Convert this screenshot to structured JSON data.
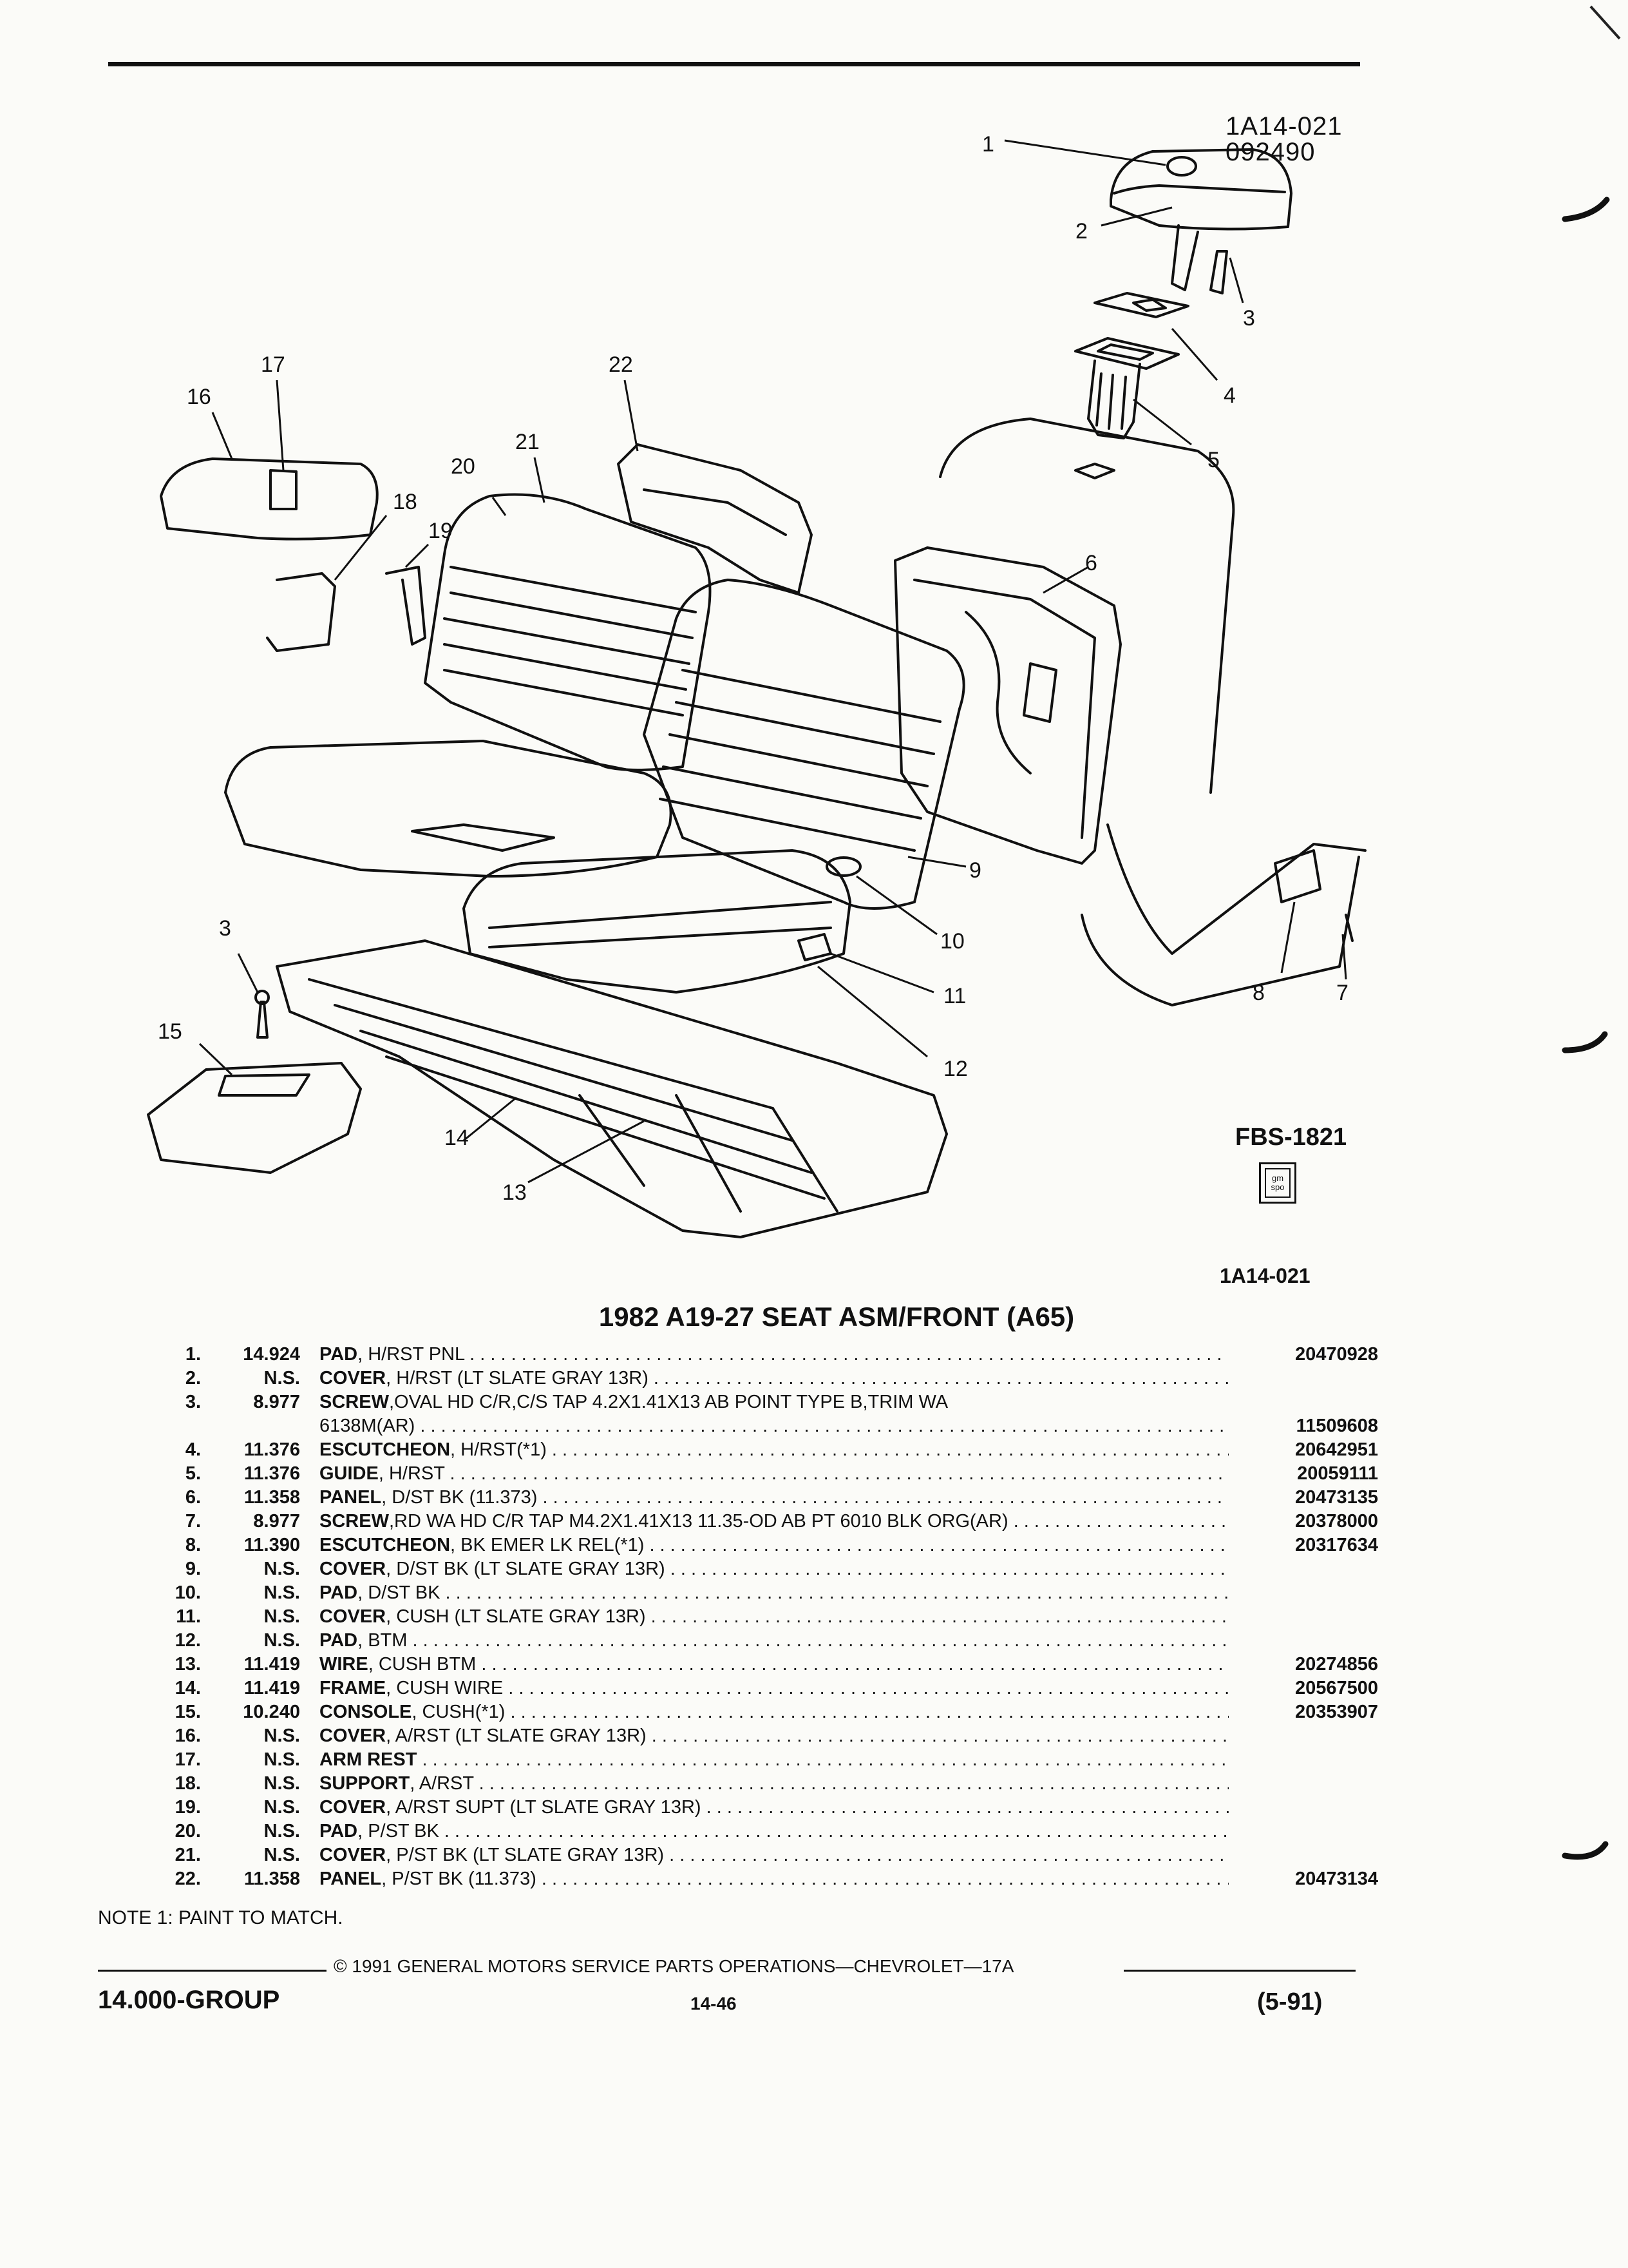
{
  "header": {
    "diagram_code": "1A14-021",
    "date_code": "092490"
  },
  "illustration": {
    "callouts": {
      "c1": "1",
      "c2": "2",
      "c3a": "3",
      "c3b": "3",
      "c4": "4",
      "c5": "5",
      "c6": "6",
      "c7": "7",
      "c8": "8",
      "c9": "9",
      "c10": "10",
      "c11": "11",
      "c12": "12",
      "c13": "13",
      "c14": "14",
      "c15": "15",
      "c16": "16",
      "c17": "17",
      "c18": "18",
      "c19": "19",
      "c20": "20",
      "c21": "21",
      "c22": "22"
    },
    "fbs_code": "FBS-1821",
    "logo_text": "gm spo",
    "bottom_code": "1A14-021"
  },
  "title": "1982 A19-27 SEAT ASM/FRONT (A65)",
  "parts": [
    {
      "num": "1.",
      "group": "14.924",
      "name": "PAD",
      "detail": ", H/RST PNL",
      "part_no": "20470928"
    },
    {
      "num": "2.",
      "group": "N.S.",
      "name": "COVER",
      "detail": ", H/RST (LT SLATE GRAY 13R)",
      "part_no": ""
    },
    {
      "num": "3.",
      "group": "8.977",
      "name": "SCREW",
      "detail": ",OVAL HD C/R,C/S TAP 4.2X1.41X13 AB POINT TYPE B,TRIM WA",
      "detail2": "6138M(AR)",
      "part_no": "11509608"
    },
    {
      "num": "4.",
      "group": "11.376",
      "name": "ESCUTCHEON",
      "detail": ", H/RST(*1)",
      "part_no": "20642951"
    },
    {
      "num": "5.",
      "group": "11.376",
      "name": "GUIDE",
      "detail": ", H/RST",
      "part_no": "20059111"
    },
    {
      "num": "6.",
      "group": "11.358",
      "name": "PANEL",
      "detail": ", D/ST BK (11.373)",
      "part_no": "20473135"
    },
    {
      "num": "7.",
      "group": "8.977",
      "name": "SCREW",
      "detail": ",RD WA HD C/R TAP M4.2X1.41X13 11.35-OD AB PT 6010 BLK ORG(AR)",
      "part_no": "20378000"
    },
    {
      "num": "8.",
      "group": "11.390",
      "name": "ESCUTCHEON",
      "detail": ", BK EMER LK REL(*1)",
      "part_no": "20317634"
    },
    {
      "num": "9.",
      "group": "N.S.",
      "name": "COVER",
      "detail": ", D/ST BK (LT SLATE GRAY 13R)",
      "part_no": ""
    },
    {
      "num": "10.",
      "group": "N.S.",
      "name": "PAD",
      "detail": ", D/ST BK",
      "part_no": ""
    },
    {
      "num": "11.",
      "group": "N.S.",
      "name": "COVER",
      "detail": ", CUSH (LT SLATE GRAY 13R)",
      "part_no": ""
    },
    {
      "num": "12.",
      "group": "N.S.",
      "name": "PAD",
      "detail": ", BTM",
      "part_no": ""
    },
    {
      "num": "13.",
      "group": "11.419",
      "name": "WIRE",
      "detail": ", CUSH BTM",
      "part_no": "20274856"
    },
    {
      "num": "14.",
      "group": "11.419",
      "name": "FRAME",
      "detail": ", CUSH WIRE",
      "part_no": "20567500"
    },
    {
      "num": "15.",
      "group": "10.240",
      "name": "CONSOLE",
      "detail": ", CUSH(*1)",
      "part_no": "20353907"
    },
    {
      "num": "16.",
      "group": "N.S.",
      "name": "COVER",
      "detail": ", A/RST (LT SLATE GRAY 13R)",
      "part_no": ""
    },
    {
      "num": "17.",
      "group": "N.S.",
      "name": "ARM REST",
      "detail": "",
      "part_no": ""
    },
    {
      "num": "18.",
      "group": "N.S.",
      "name": "SUPPORT",
      "detail": ", A/RST",
      "part_no": ""
    },
    {
      "num": "19.",
      "group": "N.S.",
      "name": "COVER",
      "detail": ", A/RST SUPT (LT SLATE GRAY 13R)",
      "part_no": ""
    },
    {
      "num": "20.",
      "group": "N.S.",
      "name": "PAD",
      "detail": ", P/ST BK",
      "part_no": ""
    },
    {
      "num": "21.",
      "group": "N.S.",
      "name": "COVER",
      "detail": ", P/ST BK (LT SLATE GRAY 13R)",
      "part_no": ""
    },
    {
      "num": "22.",
      "group": "11.358",
      "name": "PANEL",
      "detail": ", P/ST BK (11.373)",
      "part_no": "20473134"
    }
  ],
  "note": "NOTE 1: PAINT TO MATCH.",
  "footer": {
    "copyright": "© 1991 GENERAL MOTORS SERVICE PARTS OPERATIONS—CHEVROLET—17A",
    "group": "14.000-GROUP",
    "page": "14-46",
    "revision": "(5-91)"
  }
}
